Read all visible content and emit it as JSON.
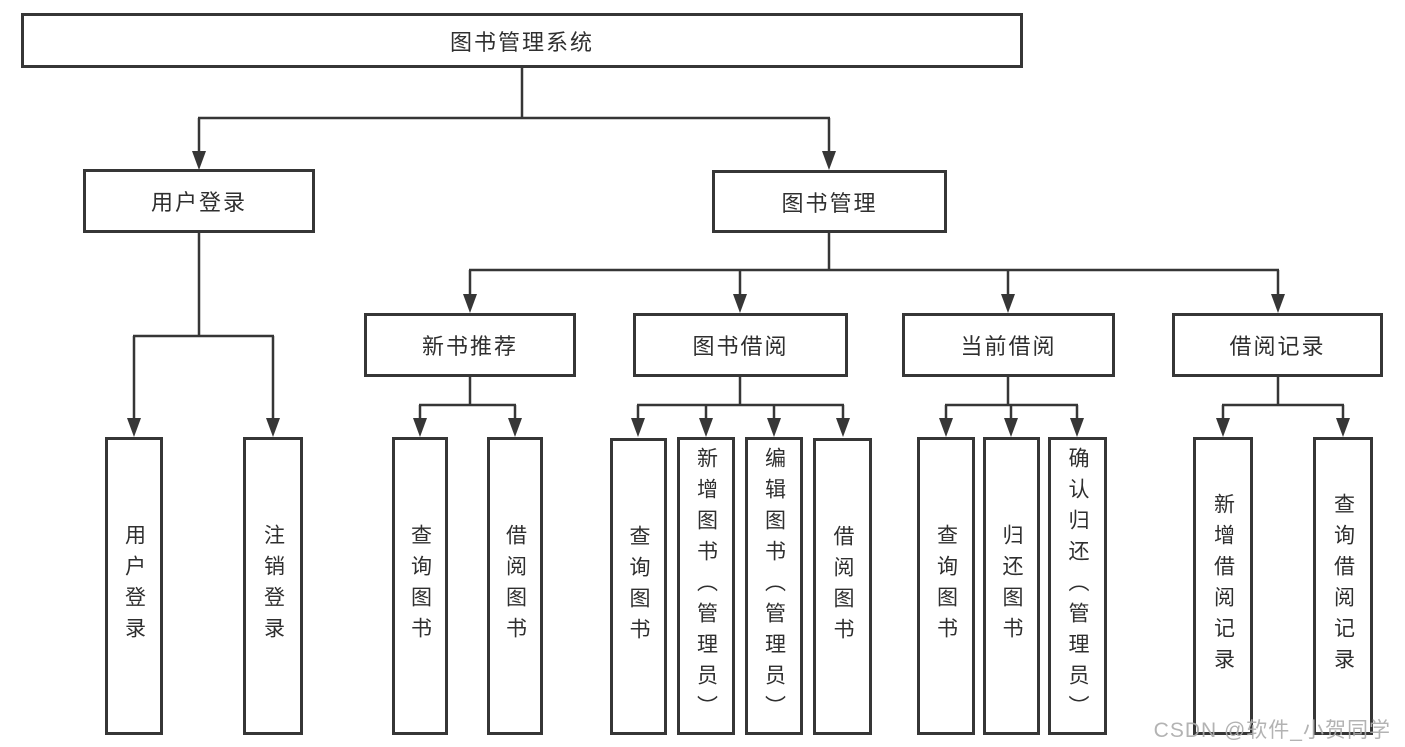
{
  "tree": {
    "root": "图书管理系统",
    "branches": [
      {
        "label": "用户登录",
        "children": [
          "用户登录",
          "注销登录"
        ]
      },
      {
        "label": "图书管理",
        "children": [
          {
            "label": "新书推荐",
            "children": [
              "查询图书",
              "借阅图书"
            ]
          },
          {
            "label": "图书借阅",
            "children": [
              "查询图书",
              "新增图书（管理员）",
              "编辑图书（管理员）",
              "借阅图书"
            ]
          },
          {
            "label": "当前借阅",
            "children": [
              "查询图书",
              "归还图书",
              "确认归还（管理员）"
            ]
          },
          {
            "label": "借阅记录",
            "children": [
              "新增借阅记录",
              "查询借阅记录"
            ]
          }
        ]
      }
    ]
  },
  "watermark": "CSDN @软件_小贺同学",
  "colors": {
    "line": "#363636",
    "text": "#2f2f2f",
    "watermark": "#acacac",
    "background": "#ffffff"
  }
}
